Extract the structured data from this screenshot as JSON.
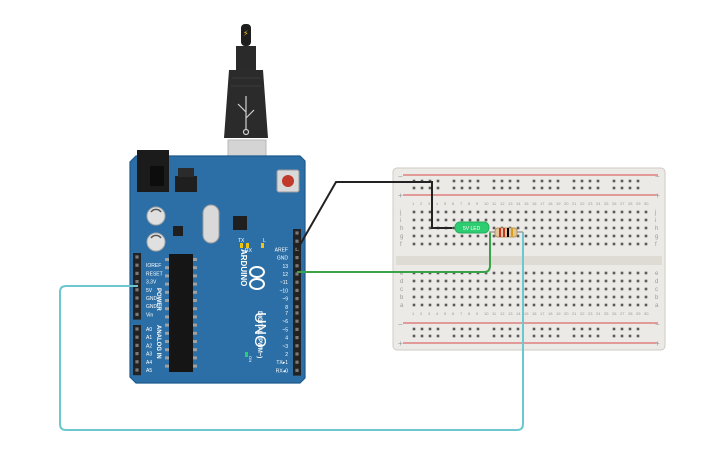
{
  "arduino": {
    "brand": "ARDUINO",
    "model": "UNO",
    "power_header_title": "POWER",
    "analog_header_title": "ANALOG IN",
    "digital_header_title": "DIGITAL (PWM~)",
    "power_pins": [
      "IOREF",
      "RESET",
      "3.3V",
      "5V",
      "GND",
      "GND",
      "Vin"
    ],
    "analog_pins": [
      "A0",
      "A1",
      "A2",
      "A3",
      "A4",
      "A5"
    ],
    "digital_pins_top": [
      "AREF",
      "GND",
      "13",
      "12",
      "~11",
      "~10",
      "~9",
      "8"
    ],
    "digital_pins_bottom": [
      "7",
      "~6",
      "~5",
      "4",
      "~3",
      "2",
      "TX▸1",
      "RX◂0"
    ],
    "led_labels": [
      "L",
      "TX",
      "RX"
    ],
    "on_label": "ON"
  },
  "usb": {
    "indicator": "⚡"
  },
  "breadboard": {
    "row_labels_top": [
      "j",
      "i",
      "h",
      "g",
      "f"
    ],
    "row_labels_bottom": [
      "e",
      "d",
      "c",
      "b",
      "a"
    ],
    "column_numbers": [
      "1",
      "2",
      "3",
      "4",
      "5",
      "6",
      "7",
      "8",
      "9",
      "10",
      "11",
      "12",
      "13",
      "14",
      "15",
      "16",
      "17",
      "18",
      "19",
      "20",
      "21",
      "22",
      "23",
      "24",
      "25",
      "26",
      "27",
      "28",
      "29",
      "30"
    ],
    "rail_plus": "+",
    "rail_minus": "−"
  },
  "components": {
    "led_label": "5V LED",
    "resistor_bands": [
      "#c0392b",
      "#c0392b",
      "#000000",
      "#d4a017"
    ]
  },
  "wires": {
    "colors": {
      "gnd": "#222222",
      "signal": "#3aa34a",
      "power": "#6cc7cf"
    }
  },
  "colors": {
    "board": "#2c6fa6",
    "board_edge": "#1e5a8c",
    "breadboard": "#eceae6",
    "rail_red": "#d94a4a",
    "header": "#222222"
  }
}
